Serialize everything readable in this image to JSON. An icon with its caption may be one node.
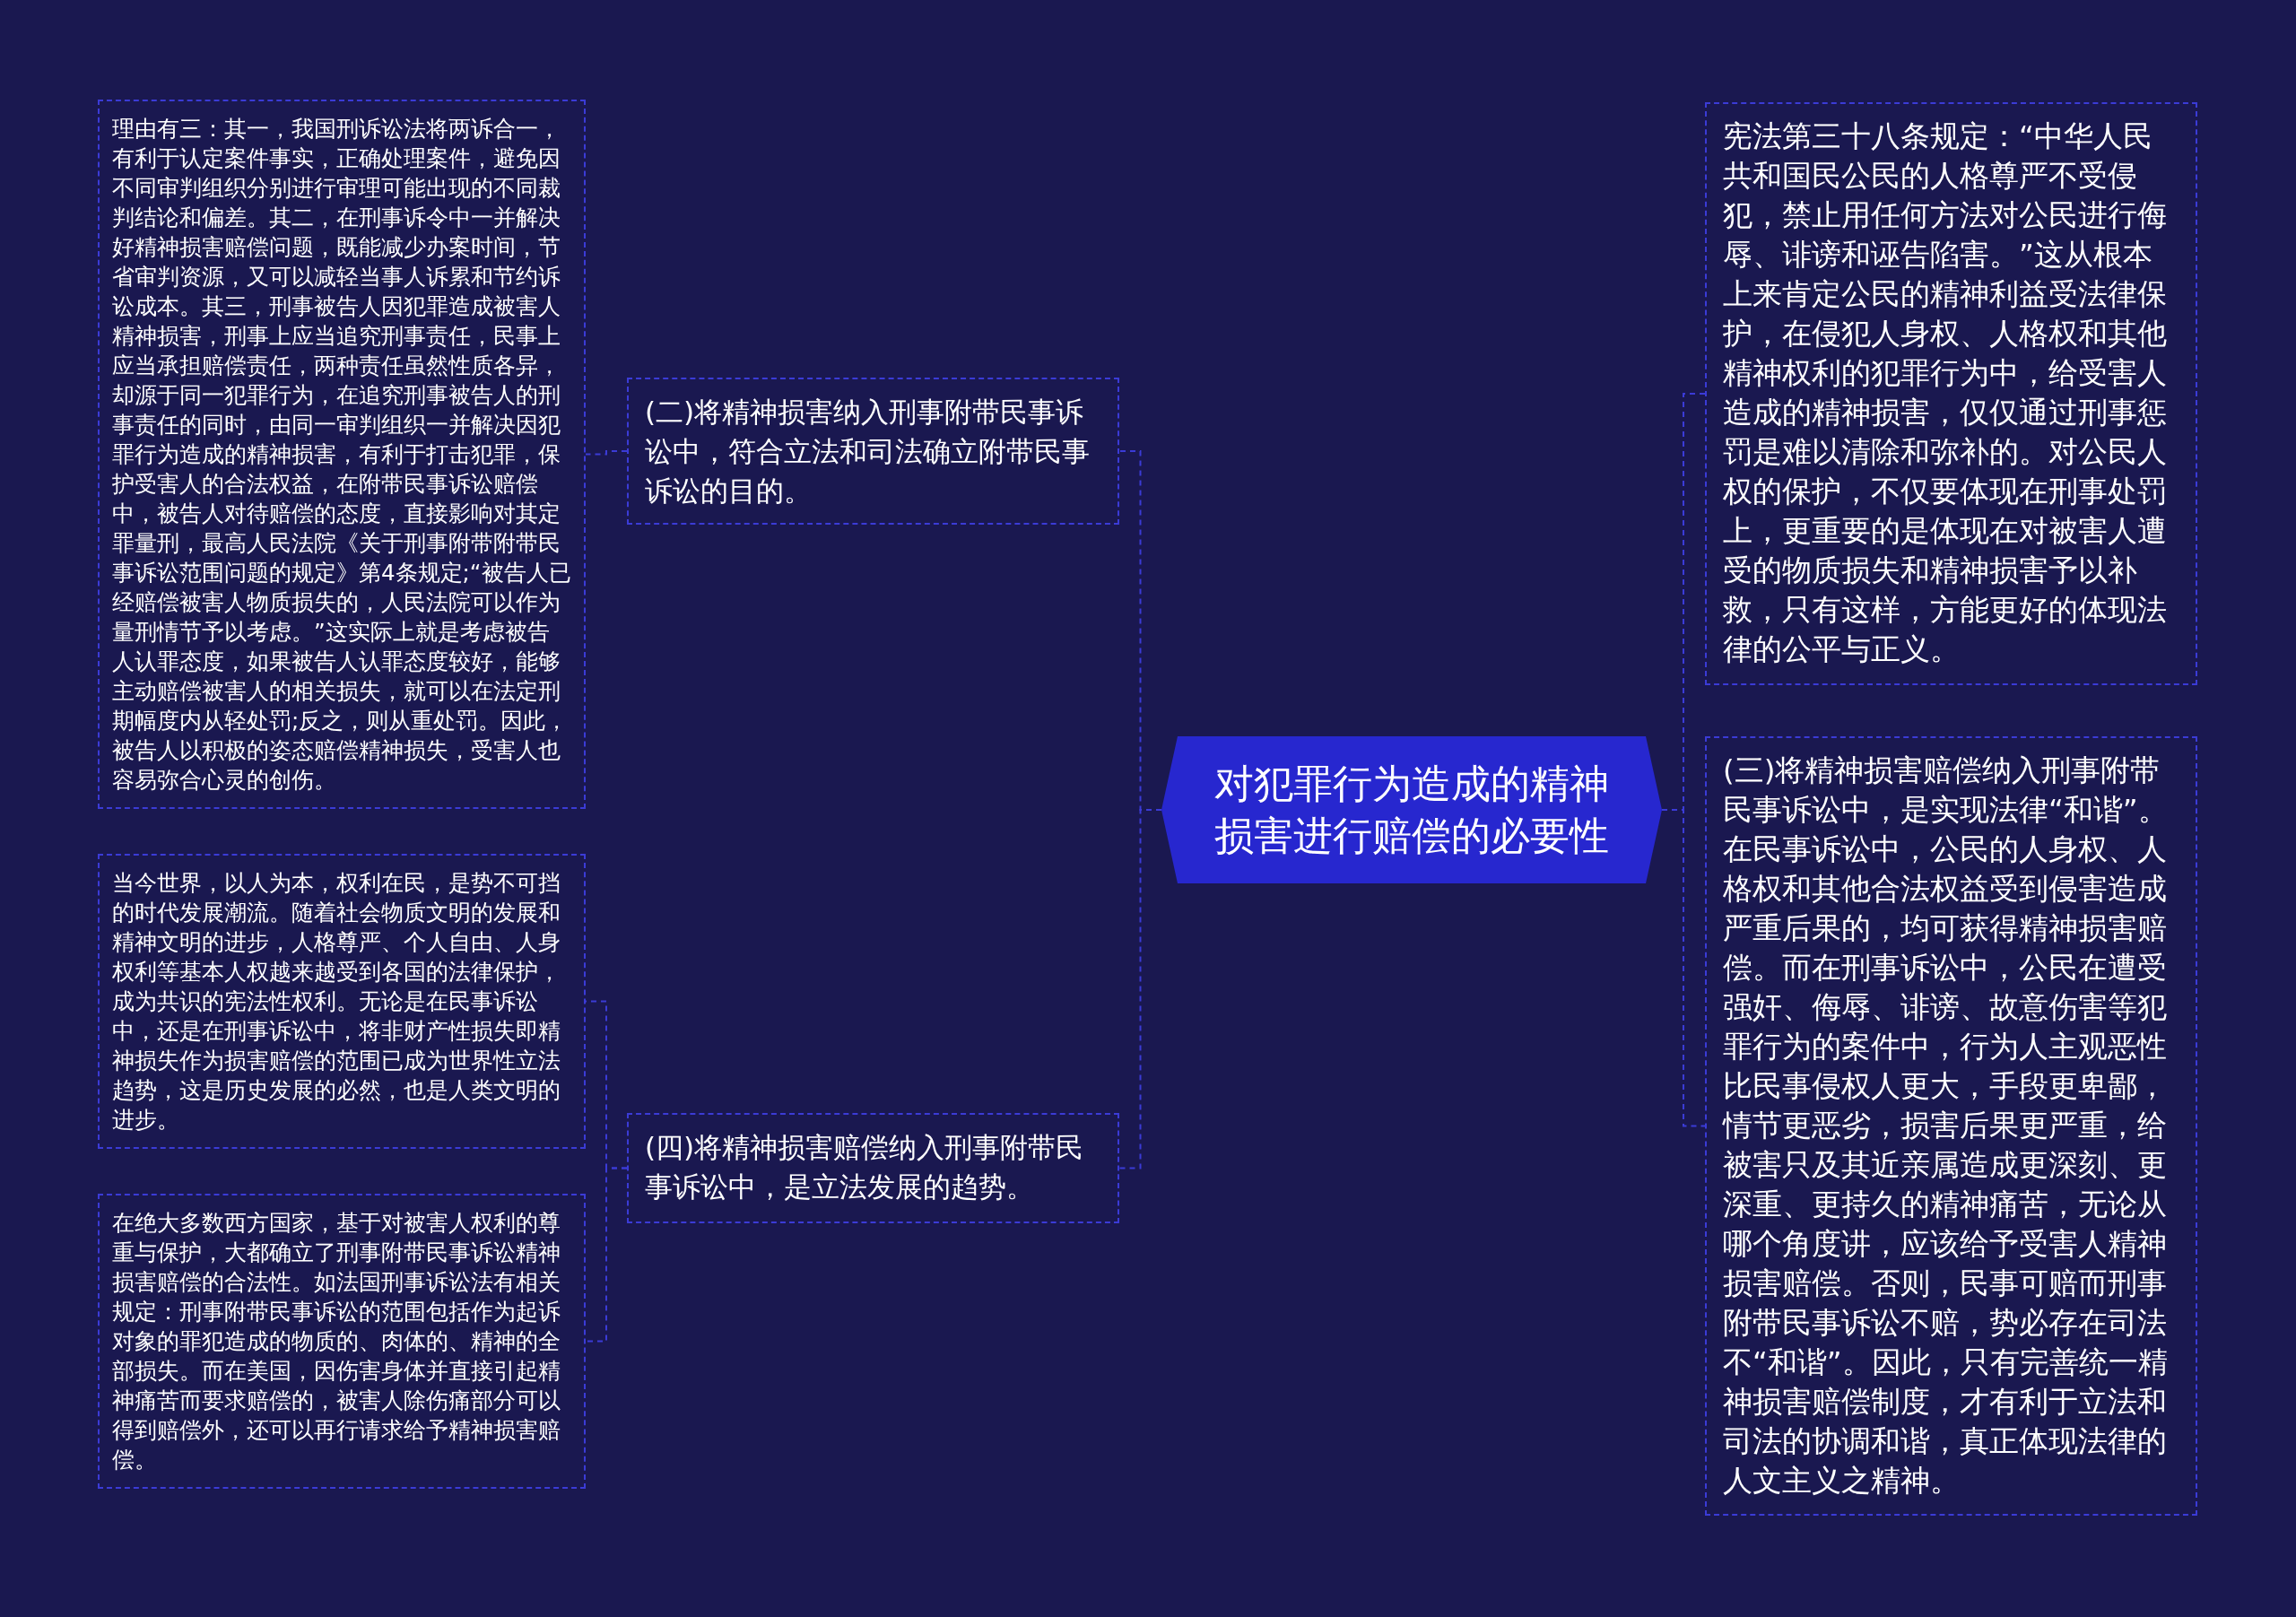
{
  "diagram": {
    "nodes": [
      {
        "text": [
          "对犯罪行为造成的精神损害进行赔偿的必要性"
        ]
      },
      {
        "text": [
          "(二)将精神损害纳入刑事附带民事诉讼中，符合立法和司法确立附带民事诉讼的目的。"
        ]
      },
      {
        "text": [
          "理由有三：其一，我国刑诉讼法将两诉合一，有利于认定案件事实，正确处理案件，避免因不同审判组织分别进行审理可能出现的不同裁判结论和偏差。其二，在刑事诉令中一并解决好精神损害赔偿问题，既能减少办案时间，节省审判资源，又可以减轻当事人诉累和节约诉讼成本。其三，刑事被告人因犯罪造成被害人精神损害，刑事上应当追究刑事责任，民事上应当承担赔偿责任，两种责任虽然性质各异，却源于同一犯罪行为，在追究刑事被告人的刑事责任的同时，由同一审判组织一并解决因犯罪行为造成的精神损害，有利于打击犯罪，保护受害人的合法权益，在附带民事诉讼赔偿中，被告人对待赔偿的态度，直接影响对其定罪量刑，最高人民法院《关于刑事附带附带民事诉讼范围问题的规定》第4条规定;“被告人已经赔偿被害人物质损失的，人民法院可以作为量刑情节予以考虑。”这实际上就是考虑被告人认罪态度，如果被告人认罪态度较好，能够主动赔偿被害人的相关损失，就可以在法定刑期幅度内从轻处罚;反之，则从重处罚。因此，被告人以积极的姿态赔偿精神损失，受害人也容易弥合心灵的创伤。"
        ]
      },
      {
        "text": [
          "(四)将精神损害赔偿纳入刑事附带民事诉讼中，是立法发展的趋势。"
        ]
      },
      {
        "text": [
          "当今世界，以人为本，权利在民，是势不可挡的时代发展潮流。随着社会物质文明的发展和精神文明的进步，人格尊严、个人自由、人身权利等基本人权越来越受到各国的法律保护，成为共识的宪法性权利。无论是在民事诉讼中，还是在刑事诉讼中，将非财产性损失即精神损失作为损害赔偿的范围已成为世界性立法趋势，这是历史发展的必然，也是人类文明的进步。"
        ]
      },
      {
        "text": [
          "在绝大多数西方国家，基于对被害人权利的尊重与保护，大都确立了刑事附带民事诉讼精神损害赔偿的合法性。如法国刑事诉讼法有相关规定：刑事附带民事诉讼的范围包括作为起诉对象的罪犯造成的物质的、肉体的、精神的全部损失。而在美国，因伤害身体并直接引起精神痛苦而要求赔偿的，被害人除伤痛部分可以得到赔偿外，还可以再行请求给予精神损害赔偿。"
        ]
      },
      {
        "text": [
          "宪法第三十八条规定：“中华人民共和国民公民的人格尊严不受侵犯，禁止用任何方法对公民进行侮辱、诽谤和诬告陷害。”这从根本上来肯定公民的精神利益受法律保护，在侵犯人身权、人格权和其他精神权利的犯罪行为中，给受害人造成的精神损害，仅仅通过刑事惩罚是难以清除和弥补的。对公民人权的保护，不仅要体现在刑事处罚上，更重要的是体现在对被害人遭受的物质损失和精神损害予以补救，只有这样，方能更好的体现法律的公平与正义。"
        ]
      },
      {
        "text": [
          "(三)将精神损害赔偿纳入刑事附带民事诉讼中，是实现法律“和谐”。在民事诉讼中，公民的人身权、人格权和其他合法权益受到侵害造成严重后果的，均可获得精神损害赔偿。而在刑事诉讼中，公民在遭受强奸、侮辱、诽谤、故意伤害等犯罪行为的案件中，行为人主观恶性比民事侵权人更大，手段更卑鄙，情节更恶劣，损害后果更严重，给被害只及其近亲属造成更深刻、更深重、更持久的精神痛苦，无论从哪个角度讲，应该给予受害人精神损害赔偿。否则，民事可赔而刑事附带民事诉讼不赔，势必存在司法不“和谐”。因此，只有完善统一精神损害赔偿制度，才有利于立法和司法的协调和谐，真正体现法律的人文主义之精神。"
        ]
      }
    ],
    "edges": [
      {
        "from": 0,
        "to": 1,
        "arrow": "none"
      },
      {
        "from": 1,
        "to": 2,
        "arrow": "none"
      },
      {
        "from": 0,
        "to": 3,
        "arrow": "none"
      },
      {
        "from": 3,
        "to": 4,
        "arrow": "none"
      },
      {
        "from": 3,
        "to": 5,
        "arrow": "none"
      },
      {
        "from": 0,
        "to": 6,
        "arrow": "none"
      },
      {
        "from": 0,
        "to": 7,
        "arrow": "none"
      }
    ]
  }
}
